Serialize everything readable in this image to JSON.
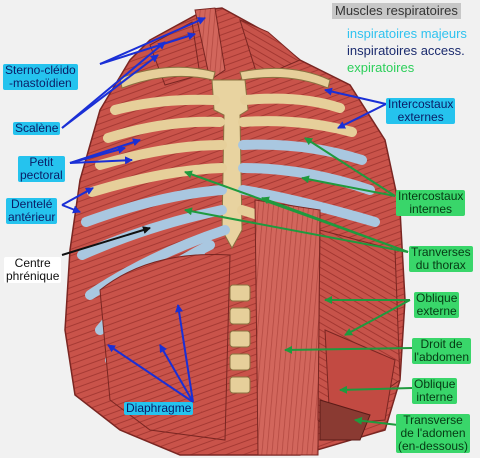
{
  "legend": {
    "title": "Muscles respiratoires",
    "items": [
      {
        "label": "inspiratoires majeurs",
        "color": "#2fc2ef"
      },
      {
        "label": "inspiratoires access.",
        "color": "#1b2b6e"
      },
      {
        "label": "expiratoires",
        "color": "#2ccf5a"
      }
    ]
  },
  "labels": {
    "sternocleido": [
      "Sterno-cléido",
      "-mastoïdien"
    ],
    "scalene": [
      "Scalène"
    ],
    "petit_pectoral": [
      "Petit",
      "pectoral"
    ],
    "dentele": [
      "Dentelé",
      "antérieur"
    ],
    "centre_phrenique": [
      "Centre",
      "phrénique"
    ],
    "diaphragme": [
      "Diaphragme"
    ],
    "intercostaux_externes": [
      "Intercostaux",
      "externes"
    ],
    "intercostaux_internes": [
      "Intercostaux",
      "internes"
    ],
    "transverses_thorax": [
      "Tranverses",
      "du thorax"
    ],
    "oblique_externe": [
      "Oblique",
      "externe"
    ],
    "droit_abdomen": [
      "Droit de",
      "l'abdomen"
    ],
    "oblique_interne": [
      "Oblique",
      "interne"
    ],
    "transverse_abdomen": [
      "Transverse",
      "de l'adomen",
      "(en-dessous)"
    ]
  },
  "colors": {
    "muscle": "#c9534a",
    "muscle_dark": "#8e2c28",
    "bone": "#e6cf9a",
    "cartilage": "#a9c7e0",
    "arrow_blue": "#1a2fd6",
    "arrow_green": "#1f9a3e",
    "background": "#f1f1f1"
  }
}
